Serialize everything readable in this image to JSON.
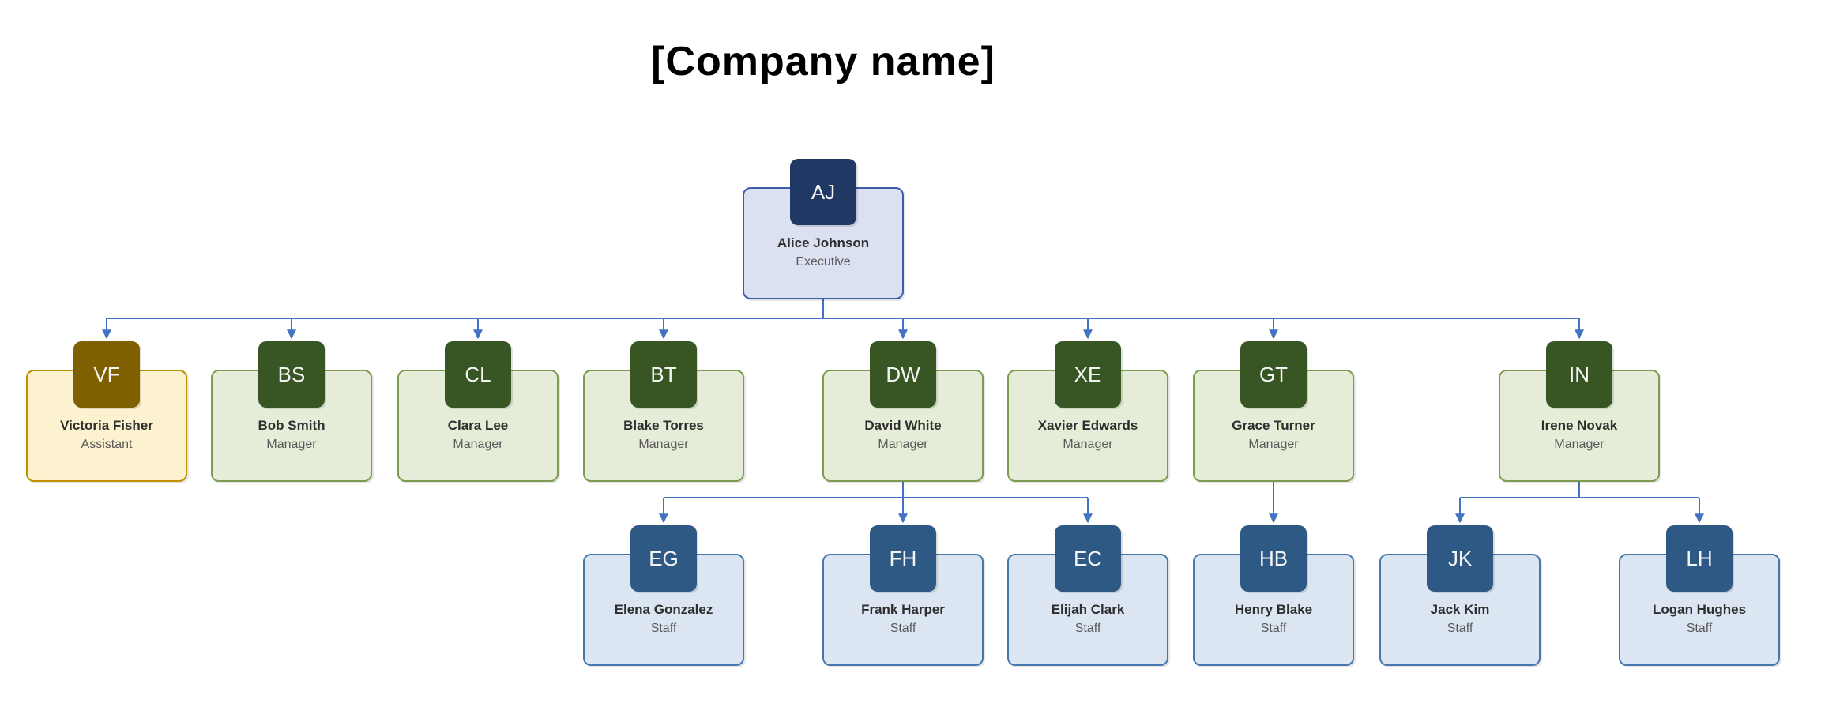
{
  "title": "[Company name]",
  "colors": {
    "connector": "#4472c4",
    "executive_avatar": "#1f3864",
    "executive_card": "#dce1f2",
    "executive_border": "#3c5ba8",
    "assistant_avatar": "#7f6000",
    "assistant_card": "#fdf2cf",
    "assistant_border": "#bf9000",
    "manager_avatar": "#375623",
    "manager_card": "#e5edd8",
    "manager_border": "#7e9c51",
    "staff_avatar": "#2e5984",
    "staff_card": "#dce6f2",
    "staff_border": "#4878ab"
  },
  "nodes": [
    {
      "initials": "AJ",
      "name": "Alice Johnson",
      "role": "Executive",
      "type": "executive",
      "reports_to": null
    },
    {
      "initials": "VF",
      "name": "Victoria Fisher",
      "role": "Assistant",
      "type": "assistant",
      "reports_to": "Alice Johnson"
    },
    {
      "initials": "BS",
      "name": "Bob Smith",
      "role": "Manager",
      "type": "manager",
      "reports_to": "Alice Johnson"
    },
    {
      "initials": "CL",
      "name": "Clara Lee",
      "role": "Manager",
      "type": "manager",
      "reports_to": "Alice Johnson"
    },
    {
      "initials": "BT",
      "name": "Blake Torres",
      "role": "Manager",
      "type": "manager",
      "reports_to": "Alice Johnson"
    },
    {
      "initials": "DW",
      "name": "David White",
      "role": "Manager",
      "type": "manager",
      "reports_to": "Alice Johnson"
    },
    {
      "initials": "XE",
      "name": "Xavier Edwards",
      "role": "Manager",
      "type": "manager",
      "reports_to": "Alice Johnson"
    },
    {
      "initials": "GT",
      "name": "Grace Turner",
      "role": "Manager",
      "type": "manager",
      "reports_to": "Alice Johnson"
    },
    {
      "initials": "IN",
      "name": "Irene Novak",
      "role": "Manager",
      "type": "manager",
      "reports_to": "Alice Johnson"
    },
    {
      "initials": "EG",
      "name": "Elena Gonzalez",
      "role": "Staff",
      "type": "staff",
      "reports_to": "David White"
    },
    {
      "initials": "FH",
      "name": "Frank Harper",
      "role": "Staff",
      "type": "staff",
      "reports_to": "David White"
    },
    {
      "initials": "EC",
      "name": "Elijah Clark",
      "role": "Staff",
      "type": "staff",
      "reports_to": "David White"
    },
    {
      "initials": "HB",
      "name": "Henry Blake",
      "role": "Staff",
      "type": "staff",
      "reports_to": "Grace Turner"
    },
    {
      "initials": "JK",
      "name": "Jack Kim",
      "role": "Staff",
      "type": "staff",
      "reports_to": "Irene Novak"
    },
    {
      "initials": "LH",
      "name": "Logan Hughes",
      "role": "Staff",
      "type": "staff",
      "reports_to": "Irene Novak"
    }
  ]
}
